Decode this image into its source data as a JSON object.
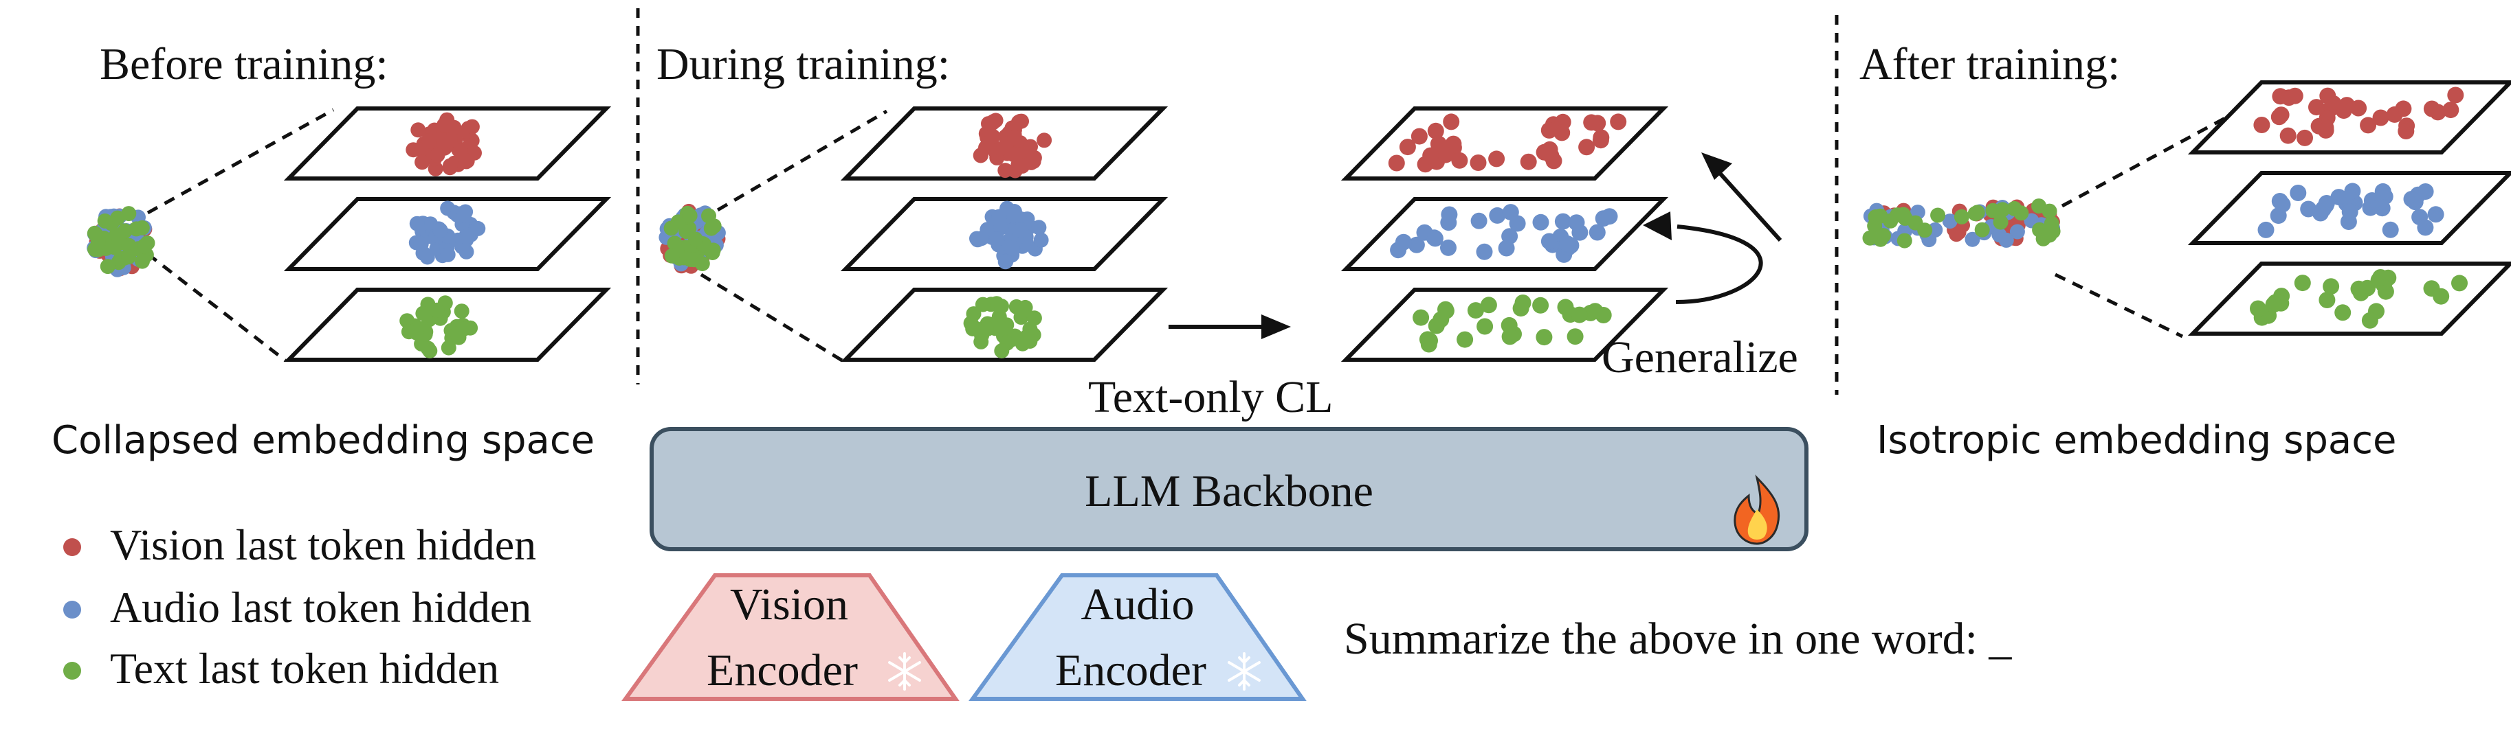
{
  "sections": {
    "before": {
      "heading": "Before training:",
      "caption": "Collapsed embedding space"
    },
    "during": {
      "heading": "During training:",
      "arrow_label": "Text-only CL",
      "generalize_label": "Generalize"
    },
    "after": {
      "heading": "After training:",
      "caption": "Isotropic embedding space"
    }
  },
  "legend": [
    {
      "label": "Vision last token hidden",
      "color": "#c0504d",
      "modality": "vision"
    },
    {
      "label": "Audio last token hidden",
      "color": "#6b8fc9",
      "modality": "audio"
    },
    {
      "label": "Text last token hidden",
      "color": "#70ad47",
      "modality": "text"
    }
  ],
  "backbone": {
    "label": "LLM Backbone",
    "icon": "fire-icon",
    "fill": "#b7c6d3",
    "border": "#3b4f5f"
  },
  "encoders": [
    {
      "line1": "Vision",
      "line2": "Encoder",
      "icon": "snowflake-icon",
      "fill": "#f6d2d0",
      "border": "#d9777a"
    },
    {
      "line1": "Audio",
      "line2": "Encoder",
      "icon": "snowflake-icon",
      "fill": "#d4e4f7",
      "border": "#6a98d3"
    }
  ],
  "prompt": {
    "text": "Summarize the above in one word: _"
  },
  "colors": {
    "vision": "#c0504d",
    "audio": "#6b8fc9",
    "text": "#70ad47"
  }
}
